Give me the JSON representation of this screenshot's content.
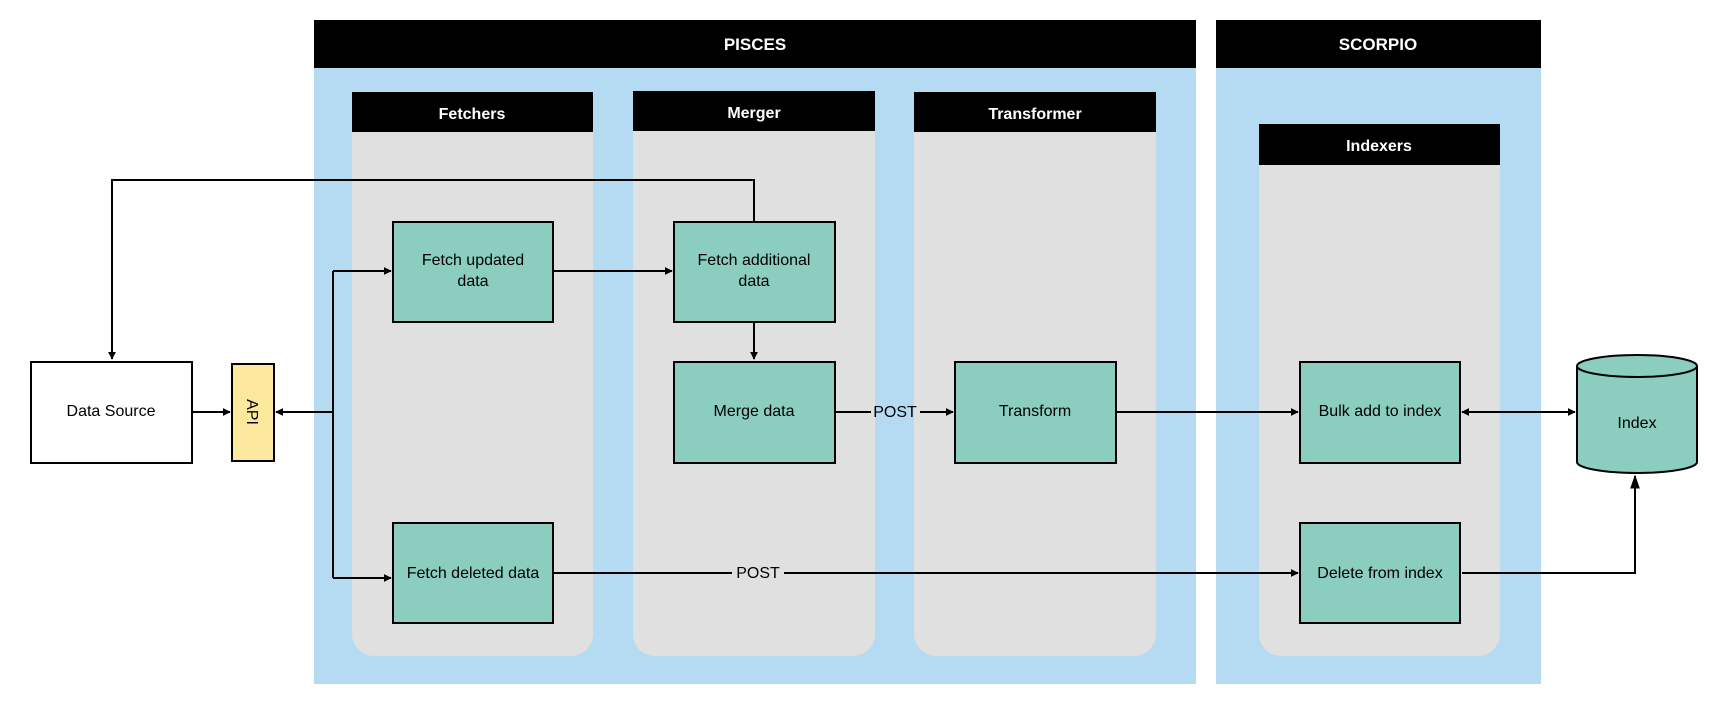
{
  "colors": {
    "group_bg": "#b5dbf3",
    "lane_bg": "#e0e0e0",
    "header_bg": "#000000",
    "process_fill": "#8bcdbf",
    "api_fill": "#fde99d",
    "edge": "#000000"
  },
  "groups": {
    "pisces": {
      "title": "PISCES"
    },
    "scorpio": {
      "title": "SCORPIO"
    }
  },
  "lanes": {
    "fetchers": "Fetchers",
    "merger": "Merger",
    "transformer": "Transformer",
    "indexers": "Indexers"
  },
  "nodes": {
    "data_source": "Data Source",
    "api": "API",
    "fetch_updated": [
      "Fetch updated",
      "data"
    ],
    "fetch_deleted": "Fetch deleted data",
    "fetch_additional": [
      "Fetch additional",
      "data"
    ],
    "merge": "Merge data",
    "transform": "Transform",
    "bulk_add": "Bulk add to index",
    "delete_from_index": "Delete from index",
    "index": "Index"
  },
  "edge_labels": {
    "merge_to_transform": "POST",
    "deleted_to_delete": "POST"
  }
}
